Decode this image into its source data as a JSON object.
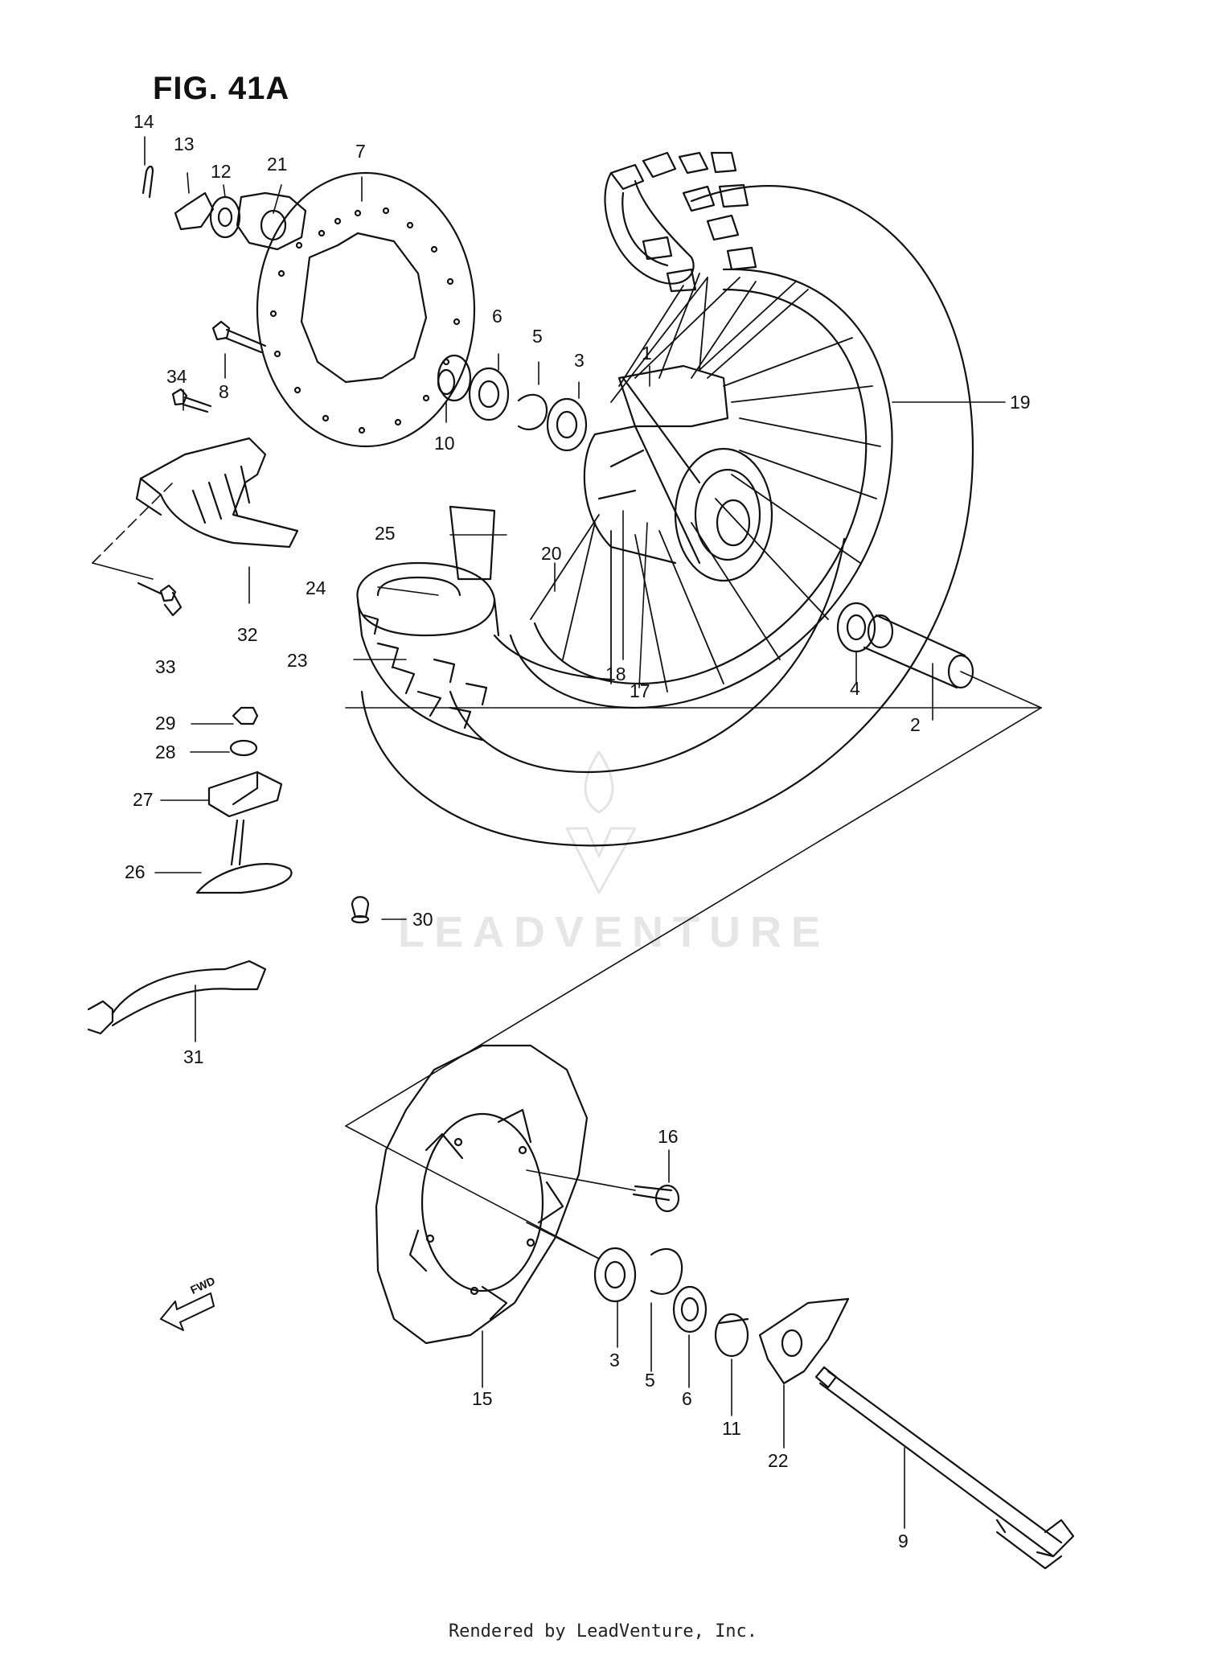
{
  "figure": {
    "title": "FIG. 41A"
  },
  "footer": {
    "text": "Rendered by LeadVenture, Inc."
  },
  "watermark": {
    "text": "LEADVENTURE"
  },
  "fwd_arrow": {
    "label": "FWD",
    "icon": "fwd-arrow-icon"
  },
  "callouts": [
    {
      "id": "1",
      "label": "1"
    },
    {
      "id": "2",
      "label": "2"
    },
    {
      "id": "3a",
      "label": "3"
    },
    {
      "id": "3b",
      "label": "3"
    },
    {
      "id": "4",
      "label": "4"
    },
    {
      "id": "5a",
      "label": "5"
    },
    {
      "id": "5b",
      "label": "5"
    },
    {
      "id": "6a",
      "label": "6"
    },
    {
      "id": "6b",
      "label": "6"
    },
    {
      "id": "7",
      "label": "7"
    },
    {
      "id": "8",
      "label": "8"
    },
    {
      "id": "9",
      "label": "9"
    },
    {
      "id": "10",
      "label": "10"
    },
    {
      "id": "11",
      "label": "11"
    },
    {
      "id": "12",
      "label": "12"
    },
    {
      "id": "13",
      "label": "13"
    },
    {
      "id": "14",
      "label": "14"
    },
    {
      "id": "15",
      "label": "15"
    },
    {
      "id": "16",
      "label": "16"
    },
    {
      "id": "17",
      "label": "17"
    },
    {
      "id": "18",
      "label": "18"
    },
    {
      "id": "19",
      "label": "19"
    },
    {
      "id": "20",
      "label": "20"
    },
    {
      "id": "21",
      "label": "21"
    },
    {
      "id": "22",
      "label": "22"
    },
    {
      "id": "23",
      "label": "23"
    },
    {
      "id": "24",
      "label": "24"
    },
    {
      "id": "25",
      "label": "25"
    },
    {
      "id": "26",
      "label": "26"
    },
    {
      "id": "27",
      "label": "27"
    },
    {
      "id": "28",
      "label": "28"
    },
    {
      "id": "29",
      "label": "29"
    },
    {
      "id": "30",
      "label": "30"
    },
    {
      "id": "31",
      "label": "31"
    },
    {
      "id": "32",
      "label": "32"
    },
    {
      "id": "33",
      "label": "33"
    },
    {
      "id": "34",
      "label": "34"
    }
  ]
}
